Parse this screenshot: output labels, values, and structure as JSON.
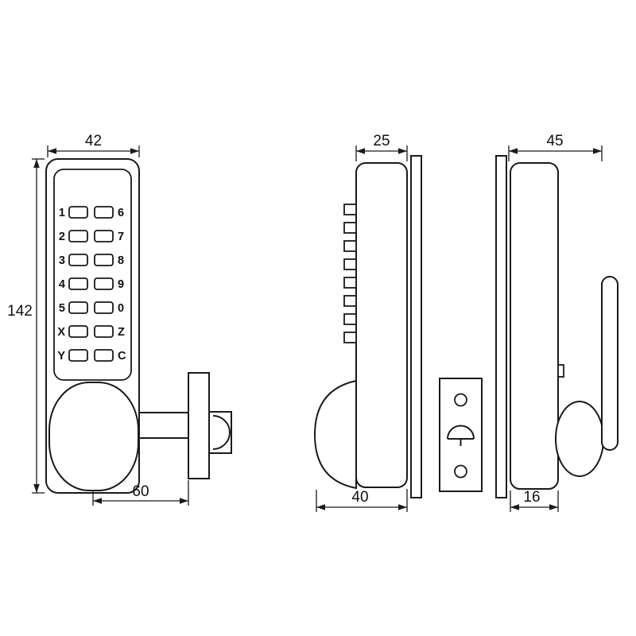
{
  "colors": {
    "line": "#1a1a1a",
    "dark_fill": "#131313",
    "background": "#ffffff"
  },
  "front_view": {
    "width_dim": "42",
    "height_dim": "142",
    "depth_dim": "60",
    "keypad_rows": [
      {
        "left": "1",
        "right": "6"
      },
      {
        "left": "2",
        "right": "7"
      },
      {
        "left": "3",
        "right": "8"
      },
      {
        "left": "4",
        "right": "9"
      },
      {
        "left": "5",
        "right": "0"
      },
      {
        "left": "X",
        "right": "Z"
      },
      {
        "left": "Y",
        "right": "C"
      }
    ]
  },
  "side_view": {
    "width_dim": "25",
    "bottom_dim": "40"
  },
  "back_view": {
    "width_dim": "45",
    "bottom_dim": "16"
  }
}
